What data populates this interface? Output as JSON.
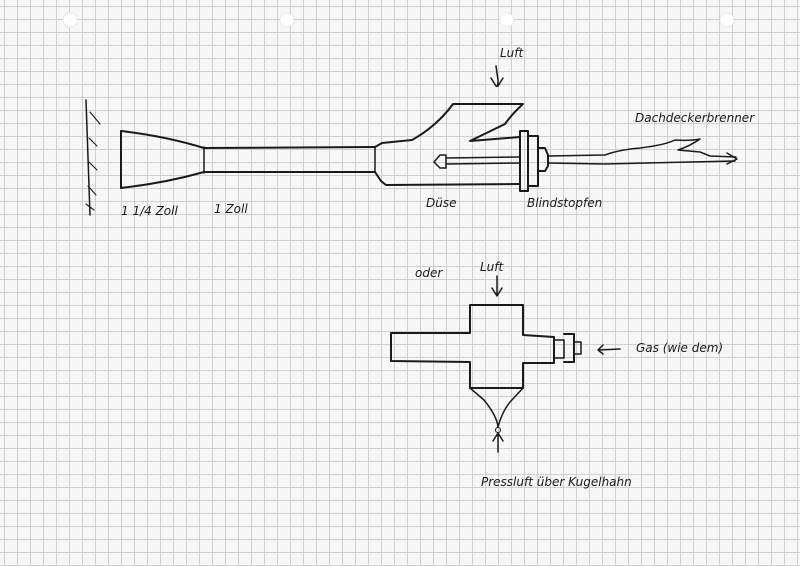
{
  "sheet": {
    "paper": "graph-paper",
    "ink_color": "#1a1a1a",
    "grid_color": "#cfcfcf",
    "background_color": "#f7f7f7"
  },
  "top_sketch": {
    "labels": {
      "luft": "Luft",
      "size_left": "1 1/4 Zoll",
      "size_right": "1 Zoll",
      "duese": "Düse",
      "blindstopfen": "Blindstopfen",
      "dachdeckerbrenner": "Dachdeckerbrenner"
    }
  },
  "bottom_sketch": {
    "labels": {
      "oder": "oder",
      "luft": "Luft",
      "gas": "Gas (wie dem)",
      "pressluft": "Pressluft über Kugelhahn"
    }
  }
}
